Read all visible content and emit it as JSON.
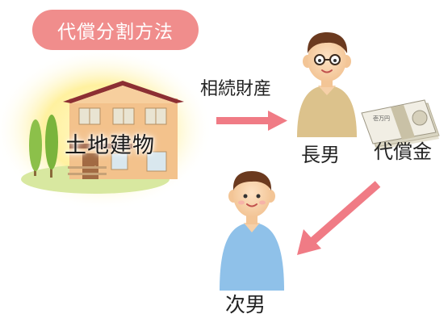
{
  "title": "代償分割方法",
  "asset_label": "土地建物",
  "transfer_label": "相続財産",
  "eldest_label": "長男",
  "compensation_label": "代償金",
  "second_label": "次男",
  "banknote_text": "壱万円",
  "colors": {
    "title_bg": "#f08d8c",
    "arrow": "#f07b85",
    "eldest_shirt": "#dcc28c",
    "second_shirt": "#8fc1e9",
    "house_wall": "#f3c28c",
    "roof": "#8c2f33",
    "glow": "#fff4b0",
    "lawn": "#d8e8a0",
    "tree": "#7ab43c",
    "hair": "#6b3a1f",
    "skin": "#f6d0a8"
  }
}
